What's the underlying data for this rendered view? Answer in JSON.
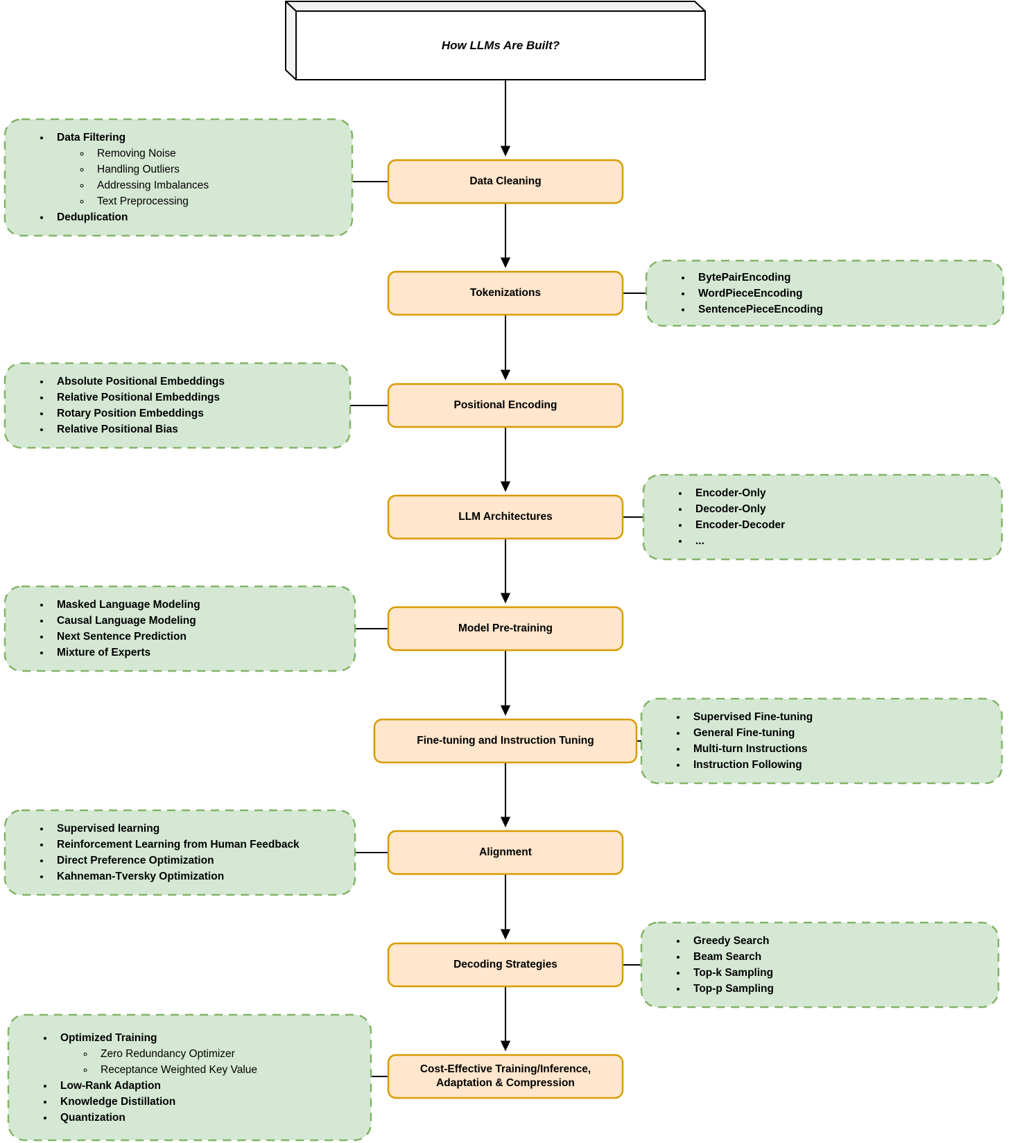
{
  "title": "How LLMs Are Built?",
  "colors": {
    "green_fill": "#d5e8d4",
    "green_border": "#82b366",
    "orange_fill": "#ffe6cc",
    "orange_border": "#d79b00",
    "line": "#000000",
    "cube_side": "#f2f2f2",
    "cube_front": "#ffffff"
  },
  "stages": [
    {
      "label": "Data Cleaning",
      "side": "left",
      "details": [
        {
          "text": "Data Filtering",
          "bold": true,
          "sub": false
        },
        {
          "text": "Removing Noise",
          "bold": false,
          "sub": true
        },
        {
          "text": "Handling Outliers",
          "bold": false,
          "sub": true
        },
        {
          "text": "Addressing Imbalances",
          "bold": false,
          "sub": true
        },
        {
          "text": "Text Preprocessing",
          "bold": false,
          "sub": true
        },
        {
          "text": "Deduplication",
          "bold": true,
          "sub": false
        }
      ]
    },
    {
      "label": "Tokenizations",
      "side": "right",
      "details": [
        {
          "text": "BytePairEncoding",
          "bold": true,
          "sub": false
        },
        {
          "text": "WordPieceEncoding",
          "bold": true,
          "sub": false
        },
        {
          "text": "SentencePieceEncoding",
          "bold": true,
          "sub": false
        }
      ]
    },
    {
      "label": "Positional Encoding",
      "side": "left",
      "details": [
        {
          "text": "Absolute Positional Embeddings",
          "bold": true,
          "sub": false
        },
        {
          "text": "Relative Positional Embeddings",
          "bold": true,
          "sub": false
        },
        {
          "text": "Rotary Position Embeddings",
          "bold": true,
          "sub": false
        },
        {
          "text": "Relative Positional Bias",
          "bold": true,
          "sub": false
        }
      ]
    },
    {
      "label": "LLM Architectures",
      "side": "right",
      "details": [
        {
          "text": "Encoder-Only",
          "bold": true,
          "sub": false
        },
        {
          "text": "Decoder-Only",
          "bold": true,
          "sub": false
        },
        {
          "text": "Encoder-Decoder",
          "bold": true,
          "sub": false
        },
        {
          "text": "...",
          "bold": true,
          "sub": false
        }
      ]
    },
    {
      "label": "Model Pre-training",
      "side": "left",
      "details": [
        {
          "text": "Masked Language Modeling",
          "bold": true,
          "sub": false
        },
        {
          "text": "Causal Language Modeling",
          "bold": true,
          "sub": false
        },
        {
          "text": "Next Sentence Prediction",
          "bold": true,
          "sub": false
        },
        {
          "text": "Mixture of Experts",
          "bold": true,
          "sub": false
        }
      ]
    },
    {
      "label": "Fine-tuning and Instruction Tuning",
      "side": "right",
      "details": [
        {
          "text": "Supervised Fine-tuning",
          "bold": true,
          "sub": false
        },
        {
          "text": "General Fine-tuning",
          "bold": true,
          "sub": false
        },
        {
          "text": "Multi-turn Instructions",
          "bold": true,
          "sub": false
        },
        {
          "text": "Instruction Following",
          "bold": true,
          "sub": false
        }
      ]
    },
    {
      "label": "Alignment",
      "side": "left",
      "details": [
        {
          "text": "Supervised learning",
          "bold": true,
          "sub": false
        },
        {
          "text": "Reinforcement Learning from Human Feedback",
          "bold": true,
          "sub": false
        },
        {
          "text": "Direct Preference Optimization",
          "bold": true,
          "sub": false
        },
        {
          "text": "Kahneman-Tversky Optimization",
          "bold": true,
          "sub": false
        }
      ]
    },
    {
      "label": "Decoding Strategies",
      "side": "right",
      "details": [
        {
          "text": "Greedy Search",
          "bold": true,
          "sub": false
        },
        {
          "text": "Beam Search",
          "bold": true,
          "sub": false
        },
        {
          "text": "Top-k Sampling",
          "bold": true,
          "sub": false
        },
        {
          "text": "Top-p Sampling",
          "bold": true,
          "sub": false
        }
      ]
    },
    {
      "label": "Cost-Effective Training/Inference, Adaptation & Compression",
      "side": "left",
      "details": [
        {
          "text": "Optimized Training",
          "bold": true,
          "sub": false
        },
        {
          "text": "Zero Redundancy Optimizer",
          "bold": false,
          "sub": true
        },
        {
          "text": "Receptance Weighted Key Value",
          "bold": false,
          "sub": true
        },
        {
          "text": "Low-Rank Adaption",
          "bold": true,
          "sub": false
        },
        {
          "text": "Knowledge Distillation",
          "bold": true,
          "sub": false
        },
        {
          "text": "Quantization",
          "bold": true,
          "sub": false
        }
      ]
    }
  ]
}
